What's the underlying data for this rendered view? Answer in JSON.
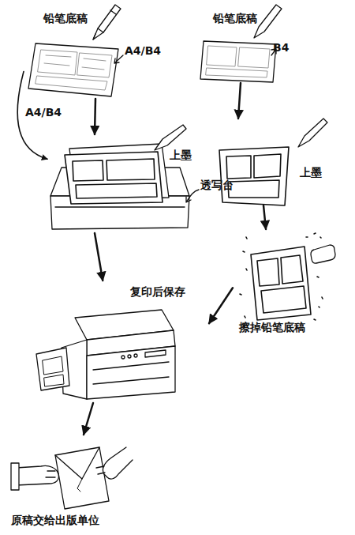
{
  "diagram": {
    "nodes": [
      {
        "text": [
          "铅笔底稿"
        ]
      },
      {
        "text": [
          "铅笔底稿"
        ]
      },
      {
        "text": [
          "上墨"
        ]
      },
      {
        "text": [
          "上墨"
        ]
      },
      {
        "text": [
          "擦掉铅笔底稿"
        ]
      },
      {
        "text": [
          "复印后保存"
        ]
      },
      {
        "text": [
          "原稿交给出版单位"
        ]
      }
    ],
    "edges": [
      {
        "from": 0,
        "to": 2,
        "arrow": "to"
      },
      {
        "from": 0,
        "to": 2,
        "label": "A4/B4",
        "arrow": "to"
      },
      {
        "from": 1,
        "to": 3,
        "arrow": "to"
      },
      {
        "from": 3,
        "to": 4,
        "arrow": "to"
      },
      {
        "from": 4,
        "to": 5,
        "arrow": "to"
      },
      {
        "from": 2,
        "to": 5,
        "arrow": "to"
      },
      {
        "from": 5,
        "to": 6,
        "arrow": "to"
      }
    ],
    "labels": [
      "A4/B4",
      "B4",
      "透写台"
    ]
  }
}
